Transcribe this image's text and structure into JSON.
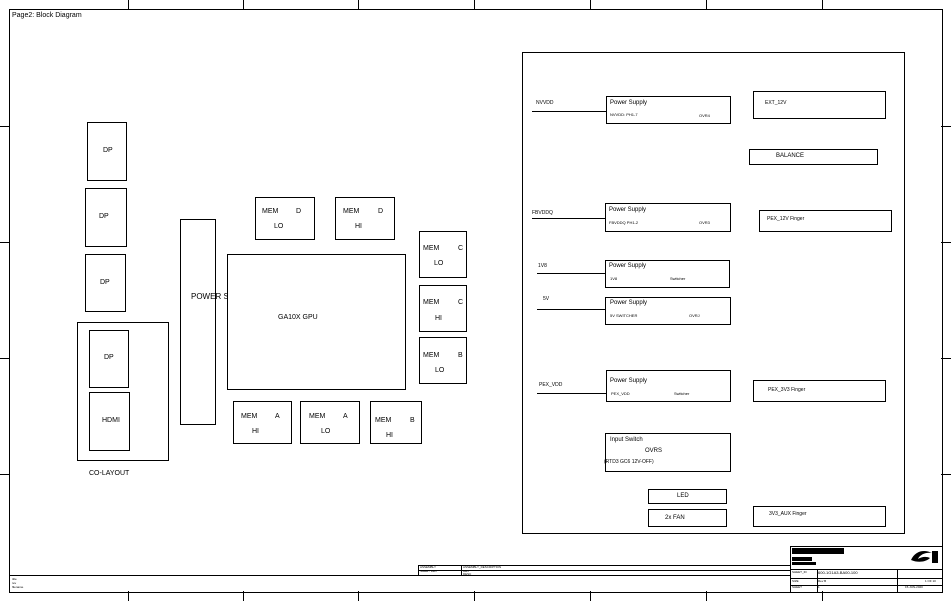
{
  "page_title": "Page2: Block Diagram",
  "left": {
    "dp1": "DP",
    "dp2": "DP",
    "dp3": "DP",
    "dp4": "DP",
    "hdmi": "HDMI",
    "colayout": "CO-LAYOUT",
    "power_supply": "POWER SUPPLY"
  },
  "gpu": "GA10X GPU",
  "memories": {
    "d_lo": {
      "mem": "MEM",
      "ch": "D",
      "pos": "LO"
    },
    "d_hi": {
      "mem": "MEM",
      "ch": "D",
      "pos": "HI"
    },
    "c_lo": {
      "mem": "MEM",
      "ch": "C",
      "pos": "LO"
    },
    "c_hi": {
      "mem": "MEM",
      "ch": "C",
      "pos": "HI"
    },
    "b_lo": {
      "mem": "MEM",
      "ch": "B",
      "pos": "LO"
    },
    "a_hi": {
      "mem": "MEM",
      "ch": "A",
      "pos": "HI"
    },
    "a_lo": {
      "mem": "MEM",
      "ch": "A",
      "pos": "LO"
    },
    "b_hi": {
      "mem": "MEM",
      "ch": "B",
      "pos": "HI"
    }
  },
  "power": {
    "nvvdd": {
      "rail": "NVVDD",
      "title": "Power Supply",
      "sub": "NVVDD: PH1-7",
      "tag": "OVR4"
    },
    "fbvddq": {
      "rail": "FBVDDQ",
      "title": "Power Supply",
      "sub": "FBVDDQ PH1-2",
      "tag": "OVR3"
    },
    "v1v8": {
      "rail": "1V8",
      "title": "Power Supply",
      "sub": "1V8",
      "tag": "Switcher"
    },
    "v5v": {
      "rail": "5V",
      "title": "Power Supply",
      "sub": "5V SWITCHER",
      "tag": "OVRJ"
    },
    "pex": {
      "rail": "PEX_VDD",
      "title": "Power Supply",
      "sub": "PEX_VDD",
      "tag": "Switcher"
    },
    "input_switch": {
      "title": "Input Switch",
      "tag": "OVRS",
      "sub": "(RTD3 GC6 12V-OFF)"
    },
    "led": "LED",
    "fan": "2x FAN",
    "ext12v": "EXT_12V",
    "balance": "BALANCE",
    "pex12v": "PEX_12V Finger",
    "pex3v3": "PEX_3V3 Finger",
    "aux3v3": "3V3_AUX Finger"
  },
  "titleblock": {
    "part": "600-1G1A3-BA00-100",
    "left_lines": [
      "title",
      "rev",
      "filename"
    ],
    "mid_a": [
      "ASSEMBLY",
      "SHEET REV"
    ],
    "mid_b": [
      "ASSEMBLY_DESCRIPTION",
      "REV",
      "DESC"
    ],
    "r_labels": [
      "SHEET_ID",
      "SIZE",
      "SHEET"
    ],
    "r_vals": [
      "Rev B",
      "1"
    ],
    "r_right": [
      "1 OF 10",
      "15-JUN-2020"
    ]
  }
}
